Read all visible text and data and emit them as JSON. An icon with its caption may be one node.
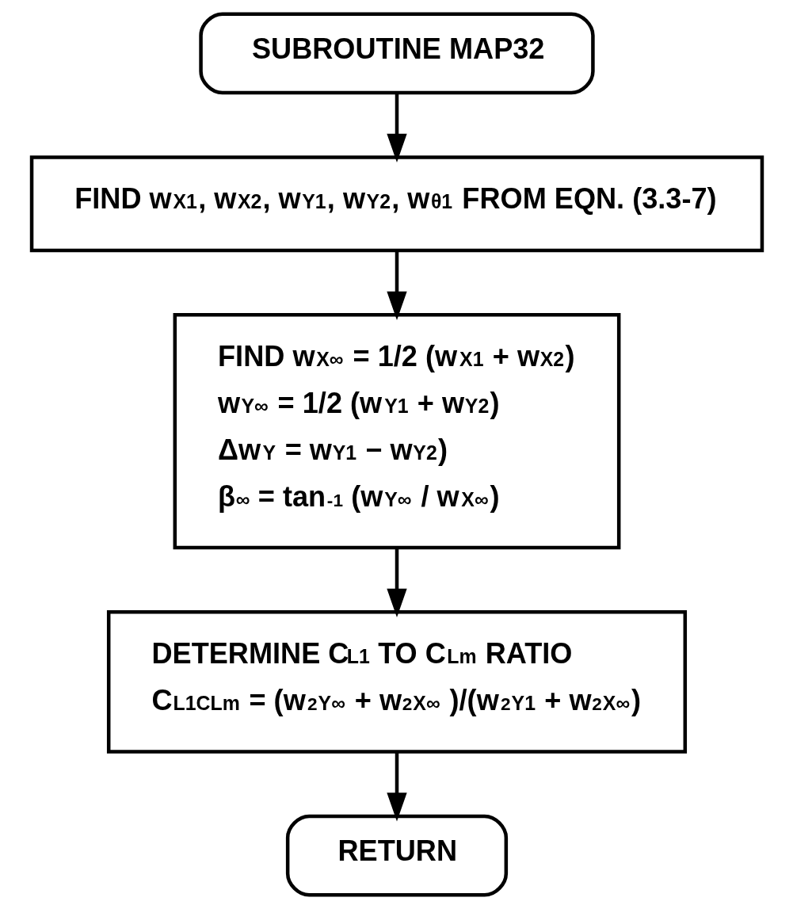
{
  "diagram": {
    "nodes": [
      {
        "text": [
          "SUBROUTINE MAP32"
        ]
      },
      {
        "text": [
          "FIND w$_{X1}$, w$_{X2}$, w$_{Y1}$, w$_{Y2}$, w$_{θ1}$ FROM EQN. (3.3-7)"
        ]
      },
      {
        "text": [
          "FIND w$_{X∞}$ = 1/2 (w$_{X1}$ + w$_{X2}$)",
          "w$_{Y∞}$ = 1/2 (w$_{Y1}$ + w$_{Y2}$)",
          "Δw$_{Y}$ = w$_{Y1}$ − w$_{Y2}$)",
          "β$_{∞}$ = tan$^{-1}$ (w$_{Y∞}$ / w$_{X∞}$)"
        ]
      },
      {
        "text": [
          "DETERMINE C$_{L1}$ TO C$_{Lm}$ RATIO",
          "C$_{L1CLm}$ = (w$^{2}$$_{Y∞}$ + w$^{2}$$_{X∞}$ )/(w$^{2}$$_{Y1}$ + w$^{2}$$_{X∞}$)"
        ]
      },
      {
        "text": [
          "RETURN"
        ]
      }
    ],
    "edges": [
      {
        "from": 0,
        "to": 1,
        "arrow": "to"
      },
      {
        "from": 1,
        "to": 2,
        "arrow": "to"
      },
      {
        "from": 2,
        "to": 3,
        "arrow": "to"
      },
      {
        "from": 3,
        "to": 4,
        "arrow": "to"
      }
    ]
  }
}
